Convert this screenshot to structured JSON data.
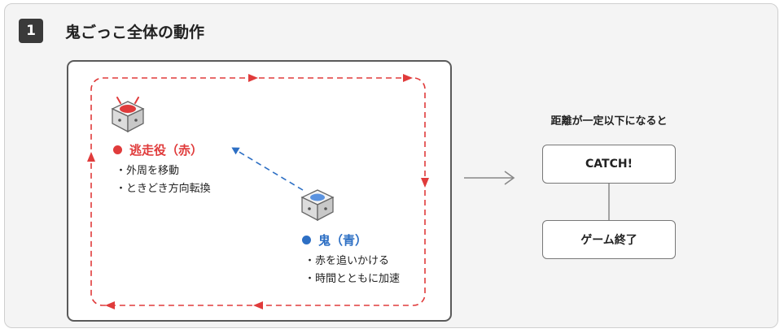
{
  "section": {
    "number": "1",
    "title": "鬼ごっこ全体の動作"
  },
  "runner": {
    "title": "逃走役（赤）",
    "bullets": [
      "外周を移動",
      "ときどき方向転換"
    ],
    "color": "#e03b3b"
  },
  "chaser": {
    "title": "鬼（青）",
    "bullets": [
      "赤を追いかける",
      "時間とともに加速"
    ],
    "color": "#2d6fc4"
  },
  "flow": {
    "condition": "距離が一定以下になると",
    "catch_label": "CATCH!",
    "end_label": "ゲーム終了"
  },
  "icons": {
    "runner_icon": "red-robot-cube-icon",
    "chaser_icon": "blue-robot-cube-icon",
    "arrow": "right-arrow-icon"
  }
}
